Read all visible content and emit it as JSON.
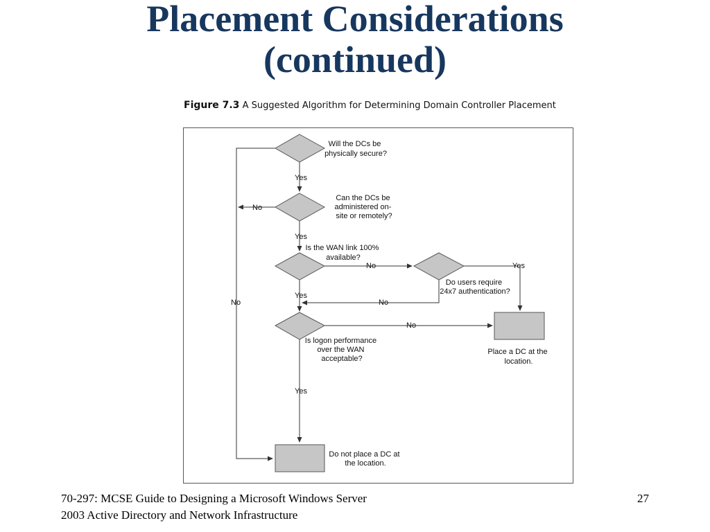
{
  "slide": {
    "title_line1": "Placement Considerations",
    "title_line2": "(continued)",
    "page_number": "27",
    "footer_line1": "70-297: MCSE Guide to Designing a Microsoft Windows Server",
    "footer_line2": "2003 Active Directory and Network Infrastructure"
  },
  "figure": {
    "number": "Figure 7.3",
    "caption": "A Suggested Algorithm for Determining Domain Controller Placement"
  },
  "flowchart": {
    "decisions": {
      "secure": [
        "Will the DCs be",
        "physically secure?"
      ],
      "administered": [
        "Can the DCs be",
        "administered on-",
        "site or remotely?"
      ],
      "wan": [
        "Is the WAN link 100%",
        "available?"
      ],
      "users": [
        "Do users require",
        "24x7 authentication?"
      ],
      "logon": [
        "Is logon performance",
        "over the WAN",
        "acceptable?"
      ]
    },
    "outcomes": {
      "place": [
        "Place a DC at the",
        "location."
      ],
      "no_place": [
        "Do not place a DC at",
        "the location."
      ]
    },
    "edge_labels": {
      "yes": "Yes",
      "no": "No"
    }
  },
  "colors": {
    "title": "#17375e",
    "shape_fill": "#c6c6c6",
    "shape_stroke": "#555555",
    "line": "#333333"
  }
}
